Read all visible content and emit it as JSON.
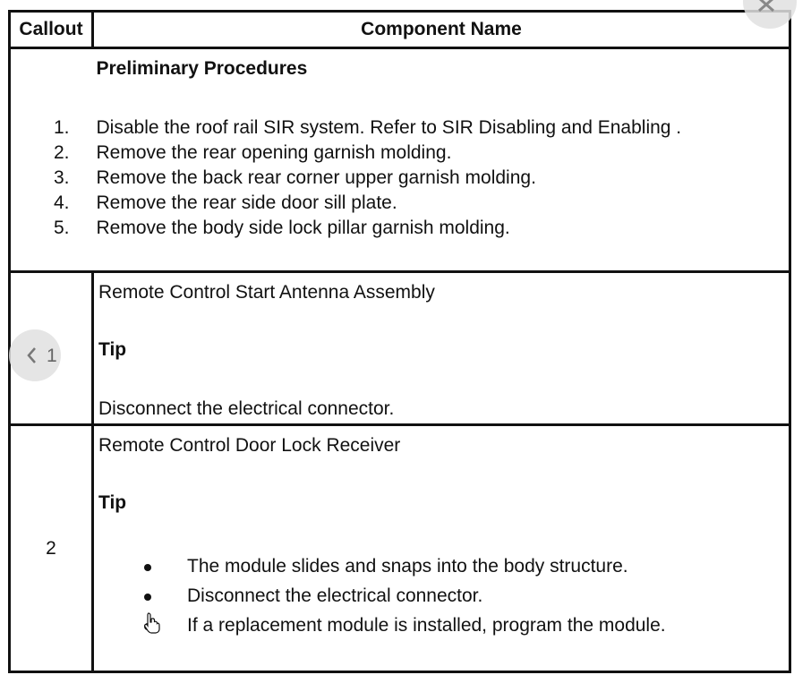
{
  "table": {
    "headers": {
      "callout": "Callout",
      "component": "Component Name"
    },
    "preliminary": {
      "title": "Preliminary Procedures",
      "steps": [
        {
          "num": "1.",
          "text": "Disable the roof rail SIR system. Refer to SIR Disabling and Enabling ."
        },
        {
          "num": "2.",
          "text": "Remove the rear opening garnish molding."
        },
        {
          "num": "3.",
          "text": "Remove the back rear corner upper garnish molding."
        },
        {
          "num": "4.",
          "text": "Remove the rear side door sill plate."
        },
        {
          "num": "5.",
          "text": "Remove the body side lock pillar garnish molding."
        }
      ]
    },
    "rows": [
      {
        "callout": "1",
        "component": "Remote Control Start Antenna Assembly",
        "tip_label": "Tip",
        "tip_text": "Disconnect the electrical connector."
      },
      {
        "callout": "2",
        "component": "Remote Control Door Lock Receiver",
        "tip_label": "Tip",
        "bullets": [
          "The module slides and snaps into the body structure.",
          "Disconnect the electrical connector.",
          "If a replacement module is installed, program the module."
        ]
      }
    ]
  },
  "overlay": {
    "prev_icon": "chevron-left-icon",
    "close_icon": "close-icon",
    "cursor_icon": "hand-pointer-icon"
  }
}
